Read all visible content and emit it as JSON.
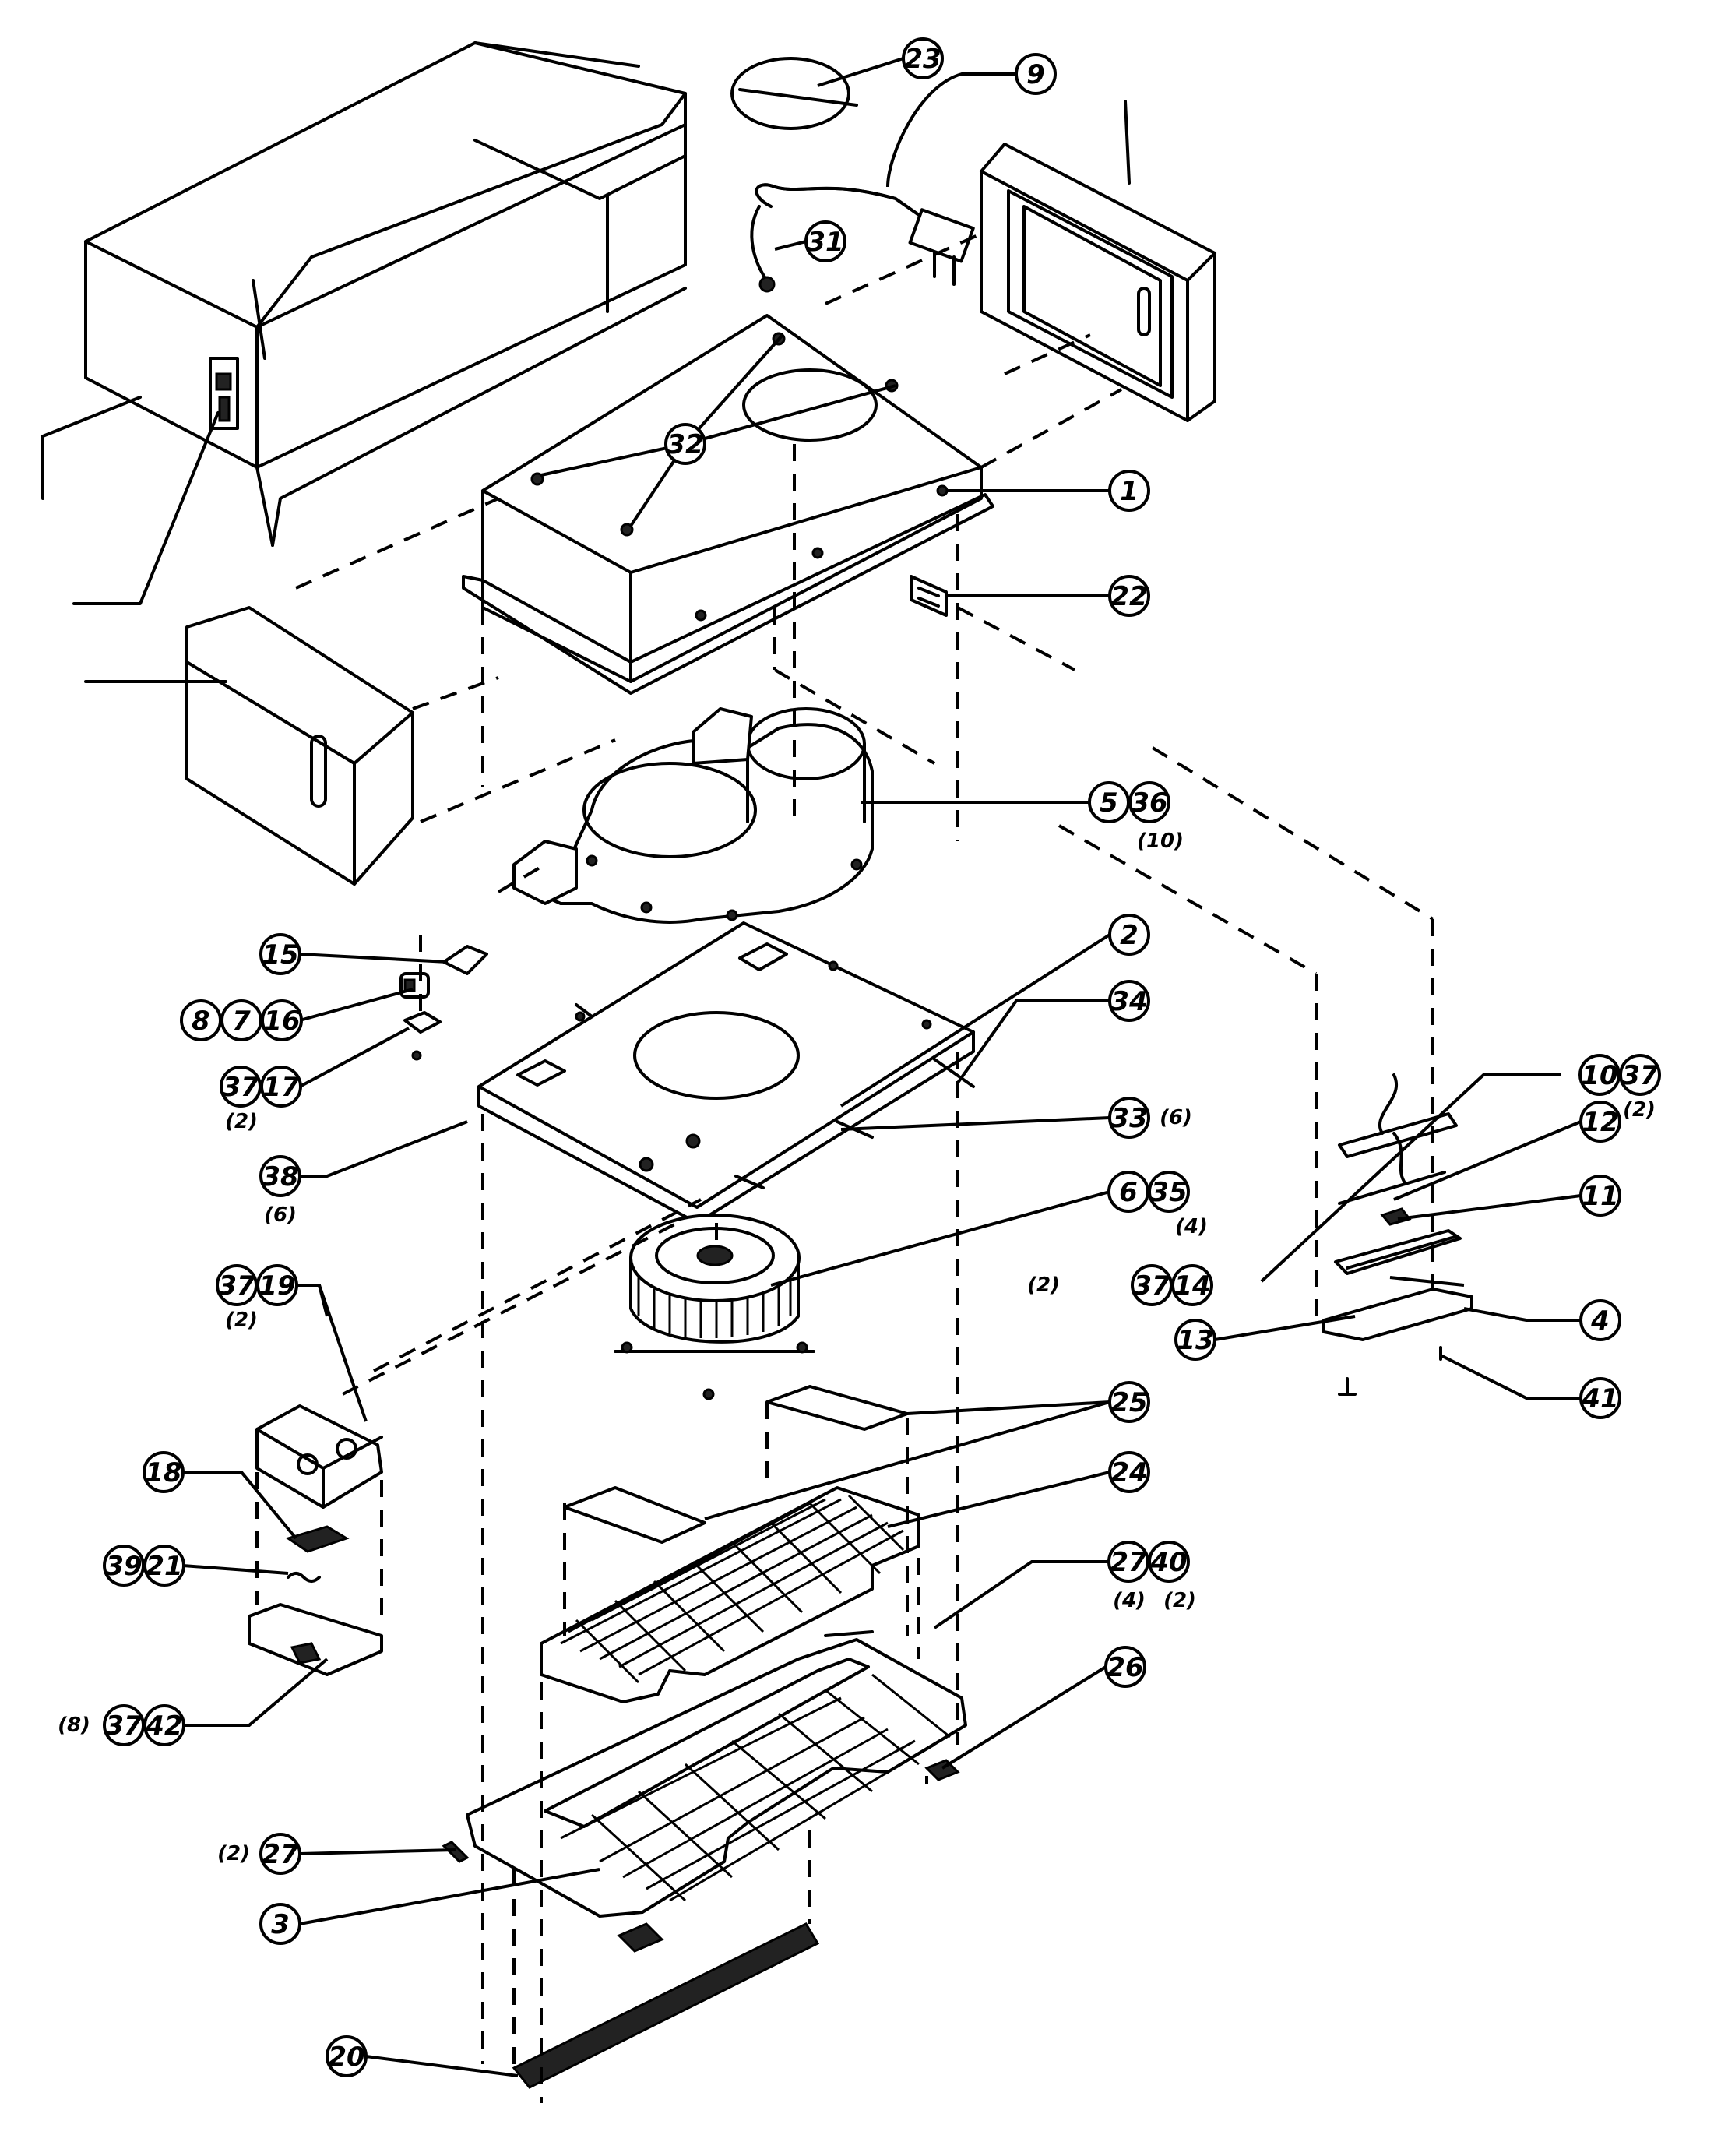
{
  "diagram": {
    "callouts": [
      {
        "id": "c23",
        "labels": [
          "23"
        ],
        "qty": ""
      },
      {
        "id": "c9",
        "labels": [
          "9"
        ],
        "qty": ""
      },
      {
        "id": "c31",
        "labels": [
          "31"
        ],
        "qty": ""
      },
      {
        "id": "c32",
        "labels": [
          "32"
        ],
        "qty": ""
      },
      {
        "id": "c1",
        "labels": [
          "1"
        ],
        "qty": ""
      },
      {
        "id": "c22",
        "labels": [
          "22"
        ],
        "qty": ""
      },
      {
        "id": "c5-36",
        "labels": [
          "5",
          "36"
        ],
        "qty": "(10)"
      },
      {
        "id": "c2",
        "labels": [
          "2"
        ],
        "qty": ""
      },
      {
        "id": "c15",
        "labels": [
          "15"
        ],
        "qty": ""
      },
      {
        "id": "c8-7-16",
        "labels": [
          "8",
          "7",
          "16"
        ],
        "qty": ""
      },
      {
        "id": "c34",
        "labels": [
          "34"
        ],
        "qty": ""
      },
      {
        "id": "c37-17",
        "labels": [
          "37",
          "17"
        ],
        "qty": "(2)"
      },
      {
        "id": "c33",
        "labels": [
          "33"
        ],
        "qty": "(6)"
      },
      {
        "id": "c38",
        "labels": [
          "38"
        ],
        "qty": "(6)"
      },
      {
        "id": "c6-35",
        "labels": [
          "6",
          "35"
        ],
        "qty": "(4)"
      },
      {
        "id": "c10-37",
        "labels": [
          "10",
          "37"
        ],
        "qty": "(2)"
      },
      {
        "id": "c12",
        "labels": [
          "12"
        ],
        "qty": ""
      },
      {
        "id": "c11",
        "labels": [
          "11"
        ],
        "qty": ""
      },
      {
        "id": "c37-14",
        "labels": [
          "37",
          "14"
        ],
        "qty": "(2)"
      },
      {
        "id": "c4",
        "labels": [
          "4"
        ],
        "qty": ""
      },
      {
        "id": "c13",
        "labels": [
          "13"
        ],
        "qty": ""
      },
      {
        "id": "c41",
        "labels": [
          "41"
        ],
        "qty": ""
      },
      {
        "id": "c37-19",
        "labels": [
          "37",
          "19"
        ],
        "qty": "(2)"
      },
      {
        "id": "c25",
        "labels": [
          "25"
        ],
        "qty": ""
      },
      {
        "id": "c18",
        "labels": [
          "18"
        ],
        "qty": ""
      },
      {
        "id": "c24",
        "labels": [
          "24"
        ],
        "qty": ""
      },
      {
        "id": "c39-21",
        "labels": [
          "39",
          "21"
        ],
        "qty": ""
      },
      {
        "id": "c27-40",
        "labels": [
          "27",
          "40"
        ],
        "qty": "(4)",
        "qty2": "(2)"
      },
      {
        "id": "c26",
        "labels": [
          "26"
        ],
        "qty": ""
      },
      {
        "id": "c37-42",
        "labels": [
          "37",
          "42"
        ],
        "qty": "(8)"
      },
      {
        "id": "c27b",
        "labels": [
          "27"
        ],
        "qty": "(2)"
      },
      {
        "id": "c3",
        "labels": [
          "3"
        ],
        "qty": ""
      },
      {
        "id": "c20",
        "labels": [
          "20"
        ],
        "qty": ""
      }
    ]
  }
}
